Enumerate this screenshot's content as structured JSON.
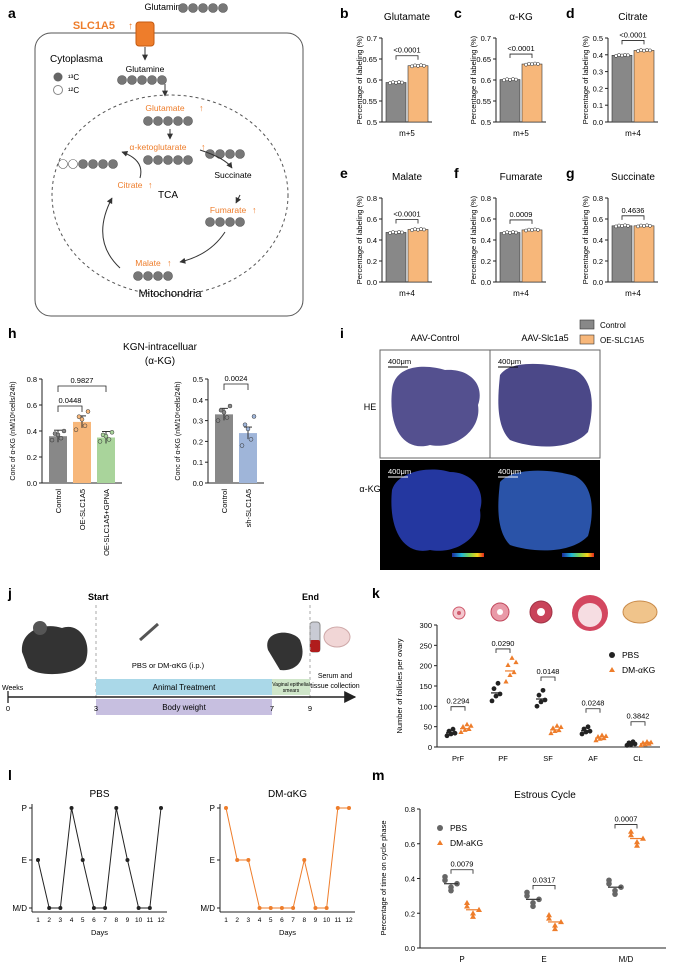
{
  "panel_letters": [
    "a",
    "b",
    "c",
    "d",
    "e",
    "f",
    "g",
    "h",
    "i",
    "j",
    "k",
    "l",
    "m"
  ],
  "colors": {
    "control": "#888888",
    "oe": "#f7b77a",
    "gpna": "#a9d49b",
    "sh": "#9fb5d9",
    "orange": "#ee7d2b",
    "teal_box": "#aad8e8",
    "purple_box": "#c7bfe0",
    "green_box": "#cfe6c9",
    "black": "#222222"
  },
  "schematic": {
    "glutamine_top": "Glutamine",
    "transporter": "SLC1A5",
    "cytoplasma": "Cytoplasma",
    "legend_13c": "¹³C",
    "legend_12c": "¹²C",
    "glutamine_in": "Glutamine",
    "glutamate": "Glutamate",
    "akg": "α-ketoglutarate",
    "succinate": "Succinate",
    "fumarate": "Fumarate",
    "malate": "Malate",
    "citrate": "Citrate",
    "tca": "TCA",
    "mito": "Mitochondria",
    "up": "↑"
  },
  "labeling": {
    "ylabel": "Percentage of labeling (%)",
    "panels": [
      {
        "letter": "b",
        "title": "Glutamate",
        "xlabel": "m+5",
        "p": "<0.0001"
      },
      {
        "letter": "c",
        "title": "α-KG",
        "xlabel": "m+5",
        "p": "<0.0001"
      },
      {
        "letter": "d",
        "title": "Citrate",
        "xlabel": "m+4",
        "p": "<0.0001"
      },
      {
        "letter": "e",
        "title": "Malate",
        "xlabel": "m+4",
        "p": "<0.0001"
      },
      {
        "letter": "f",
        "title": "Fumarate",
        "xlabel": "m+4",
        "p": "0.0009"
      },
      {
        "letter": "g",
        "title": "Succinate",
        "xlabel": "m+4",
        "p": "0.4636"
      }
    ]
  },
  "legend_top": {
    "control": "Control",
    "oe": "OE-SLC1A5"
  },
  "h_panel": {
    "title_line1": "KGN-intracelluar",
    "title_line2": "(α-KG)",
    "ylabel": "Conc of α-KG (nM/10⁶cells/24h)",
    "p_left_1": "0.0448",
    "p_left_2": "0.9827",
    "p_right": "0.0024"
  },
  "i_panel": {
    "col1": "AAV-Control",
    "col2": "AAV-Slc1a5",
    "row1": "HE",
    "row2": "α-KG",
    "scale": "400μm"
  },
  "j_panel": {
    "start": "Start",
    "end": "End",
    "weeks": "Weeks",
    "ticks": [
      "0",
      "3",
      "7",
      "9"
    ],
    "treatment": "PBS or DM-αKG (i.p.)",
    "animal_treatment": "Animal Treatment",
    "body_weight": "Body weight",
    "vaginal_1": "Vaginal epithelial",
    "vaginal_2": "smears",
    "serum_1": "Serum and",
    "serum_2": "tissue collection"
  },
  "k_panel": {
    "ylabel": "Number of  follicles per ovary",
    "legend_pbs": "PBS",
    "legend_dm": "DM-αKG",
    "pvalues": [
      "0.2294",
      "0.0290",
      "0.0148",
      "0.0248",
      "0.3842"
    ]
  },
  "l_panel": {
    "title_pbs": "PBS",
    "title_dm": "DM-αKG",
    "xlabel": "Days",
    "y_cats": [
      "P",
      "E",
      "M/D"
    ]
  },
  "m_panel": {
    "title": "Estrous Cycle",
    "ylabel": "Percentage of time on cycle phase",
    "legend_pbs": "PBS",
    "legend_dm": "DM-aKG",
    "pvalues": [
      "0.0079",
      "0.0317",
      "0.0007"
    ]
  },
  "chart_data": [
    {
      "type": "bar",
      "title": "Glutamate",
      "xlabel": "m+5",
      "ylabel": "Percentage of labeling (%)",
      "ylim": [
        0.5,
        0.7
      ],
      "yticks": [
        0.5,
        0.55,
        0.6,
        0.65,
        0.7
      ],
      "series": [
        {
          "name": "Control",
          "values": [
            0.594
          ]
        },
        {
          "name": "OE-SLC1A5",
          "values": [
            0.634
          ]
        }
      ]
    },
    {
      "type": "bar",
      "title": "α-KG",
      "xlabel": "m+5",
      "ylabel": "Percentage of labeling (%)",
      "ylim": [
        0.5,
        0.7
      ],
      "yticks": [
        0.5,
        0.55,
        0.6,
        0.65,
        0.7
      ],
      "series": [
        {
          "name": "Control",
          "values": [
            0.601
          ]
        },
        {
          "name": "OE-SLC1A5",
          "values": [
            0.638
          ]
        }
      ]
    },
    {
      "type": "bar",
      "title": "Citrate",
      "xlabel": "m+4",
      "ylabel": "Percentage of labeling (%)",
      "ylim": [
        0.0,
        0.5
      ],
      "yticks": [
        0.0,
        0.1,
        0.2,
        0.3,
        0.4,
        0.5
      ],
      "series": [
        {
          "name": "Control",
          "values": [
            0.397
          ]
        },
        {
          "name": "OE-SLC1A5",
          "values": [
            0.426
          ]
        }
      ]
    },
    {
      "type": "bar",
      "title": "Malate",
      "xlabel": "m+4",
      "ylabel": "Percentage of labeling (%)",
      "ylim": [
        0.0,
        0.8
      ],
      "yticks": [
        0.0,
        0.2,
        0.4,
        0.6,
        0.8
      ],
      "series": [
        {
          "name": "Control",
          "values": [
            0.472
          ]
        },
        {
          "name": "OE-SLC1A5",
          "values": [
            0.5
          ]
        }
      ]
    },
    {
      "type": "bar",
      "title": "Fumarate",
      "xlabel": "m+4",
      "ylabel": "Percentage of labeling (%)",
      "ylim": [
        0.0,
        0.8
      ],
      "yticks": [
        0.0,
        0.2,
        0.4,
        0.6,
        0.8
      ],
      "series": [
        {
          "name": "Control",
          "values": [
            0.471
          ]
        },
        {
          "name": "OE-SLC1A5",
          "values": [
            0.496
          ]
        }
      ]
    },
    {
      "type": "bar",
      "title": "Succinate",
      "xlabel": "m+4",
      "ylabel": "Percentage of labeling (%)",
      "ylim": [
        0.0,
        0.8
      ],
      "yticks": [
        0.0,
        0.2,
        0.4,
        0.6,
        0.8
      ],
      "series": [
        {
          "name": "Control",
          "values": [
            0.535
          ]
        },
        {
          "name": "OE-SLC1A5",
          "values": [
            0.535
          ]
        }
      ]
    },
    {
      "type": "bar",
      "title": "KGN-intracelluar (α-KG)",
      "ylabel": "Conc of α-KG (nM/10⁶cells/24h)",
      "categories": [
        "Control",
        "OE-SLC1A5",
        "OE-SLC1A5+GPNA"
      ],
      "values": [
        0.36,
        0.47,
        0.35
      ],
      "ylim": [
        0.0,
        0.8
      ],
      "yticks": [
        0.0,
        0.2,
        0.4,
        0.6,
        0.8
      ]
    },
    {
      "type": "bar",
      "ylabel": "Conc of α-KG (nM/10⁶cells/24h)",
      "categories": [
        "Control",
        "sh-SLC1A5"
      ],
      "values": [
        0.33,
        0.24
      ],
      "ylim": [
        0.0,
        0.5
      ],
      "yticks": [
        0.0,
        0.1,
        0.2,
        0.3,
        0.4,
        0.5
      ]
    },
    {
      "type": "scatter",
      "ylabel": "Number of  follicles per ovary",
      "categories": [
        "PrF",
        "PF",
        "SF",
        "AF",
        "CL"
      ],
      "ylim": [
        0,
        300
      ],
      "yticks": [
        0,
        50,
        100,
        150,
        200,
        250,
        300
      ],
      "series": [
        {
          "name": "PBS",
          "values": [
            35,
            133,
            118,
            40,
            8
          ]
        },
        {
          "name": "DM-αKG",
          "values": [
            45,
            187,
            42,
            22,
            8
          ]
        }
      ]
    },
    {
      "type": "line",
      "title": "PBS",
      "xlabel": "Days",
      "x": [
        1,
        2,
        3,
        4,
        5,
        6,
        7,
        8,
        9,
        10,
        11,
        12
      ],
      "y_categories": [
        "M/D",
        "E",
        "P"
      ],
      "y": [
        "E",
        "M/D",
        "M/D",
        "P",
        "E",
        "M/D",
        "M/D",
        "P",
        "E",
        "M/D",
        "M/D",
        "P"
      ]
    },
    {
      "type": "line",
      "title": "DM-αKG",
      "xlabel": "Days",
      "x": [
        1,
        2,
        3,
        4,
        5,
        6,
        7,
        8,
        9,
        10,
        11,
        12
      ],
      "y_categories": [
        "M/D",
        "E",
        "P"
      ],
      "y": [
        "P",
        "E",
        "E",
        "M/D",
        "M/D",
        "M/D",
        "M/D",
        "E",
        "M/D",
        "M/D",
        "P",
        "P"
      ]
    },
    {
      "type": "scatter",
      "title": "Estrous Cycle",
      "ylabel": "Percentage of time on cycle phase",
      "categories": [
        "P",
        "E",
        "M/D"
      ],
      "ylim": [
        0.0,
        0.8
      ],
      "yticks": [
        0.0,
        0.2,
        0.4,
        0.6,
        0.8
      ],
      "series": [
        {
          "name": "PBS",
          "values": [
            0.37,
            0.28,
            0.35
          ]
        },
        {
          "name": "DM-aKG",
          "values": [
            0.22,
            0.15,
            0.63
          ]
        }
      ]
    }
  ]
}
